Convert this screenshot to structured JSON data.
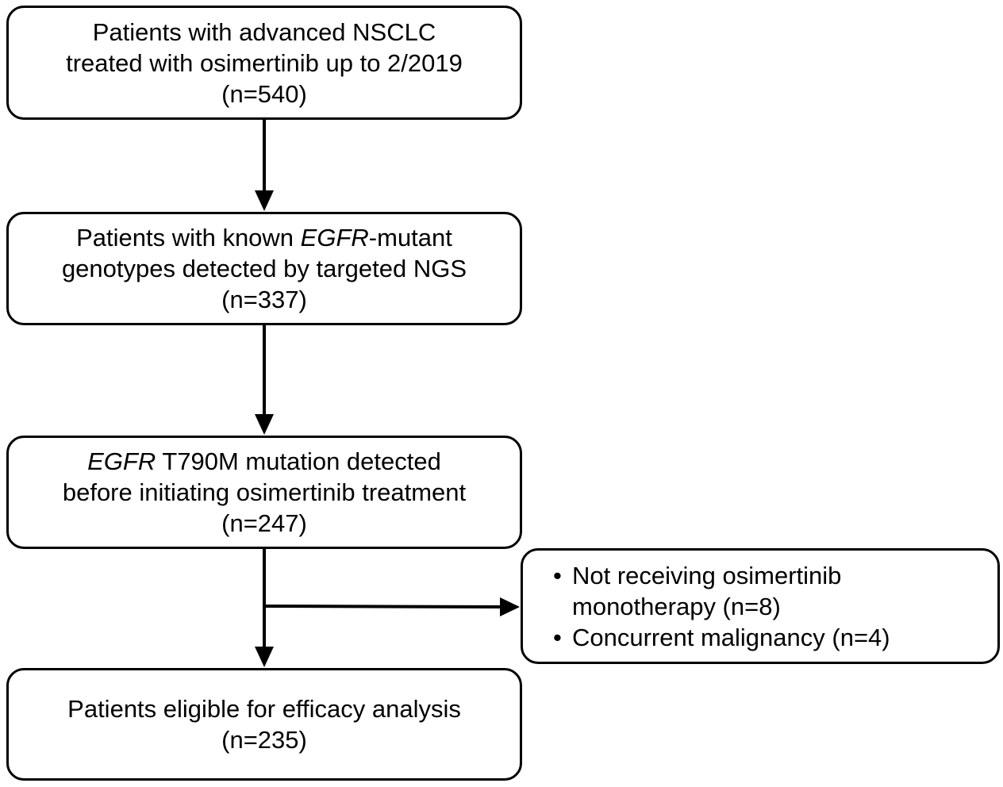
{
  "flowchart": {
    "boxes": [
      {
        "id": "b1",
        "lines": [
          [
            {
              "text": "Patients with advanced NSCLC",
              "italic": false
            }
          ],
          [
            {
              "text": "treated with osimertinib up to 2/2019",
              "italic": false
            }
          ],
          [
            {
              "text": "(n=540)",
              "italic": false
            }
          ]
        ]
      },
      {
        "id": "b2",
        "lines": [
          [
            {
              "text": "Patients with known ",
              "italic": false
            },
            {
              "text": "EGFR",
              "italic": true
            },
            {
              "text": "-mutant",
              "italic": false
            }
          ],
          [
            {
              "text": "genotypes detected by targeted NGS",
              "italic": false
            }
          ],
          [
            {
              "text": "(n=337)",
              "italic": false
            }
          ]
        ]
      },
      {
        "id": "b3",
        "lines": [
          [
            {
              "text": "EGFR",
              "italic": true
            },
            {
              "text": " T790M mutation detected",
              "italic": false
            }
          ],
          [
            {
              "text": "before initiating osimertinib treatment",
              "italic": false
            }
          ],
          [
            {
              "text": "(n=247)",
              "italic": false
            }
          ]
        ]
      },
      {
        "id": "b4",
        "lines": [
          [
            {
              "text": "Patients eligible for efficacy analysis",
              "italic": false
            }
          ],
          [
            {
              "text": "(n=235)",
              "italic": false
            }
          ]
        ]
      }
    ],
    "exclusion": {
      "bullet": "•",
      "items": [
        {
          "lines": [
            "Not receiving osimertinib",
            "monotherapy (n=8)"
          ]
        },
        {
          "lines": [
            "Concurrent malignancy (n=4)"
          ]
        }
      ]
    }
  }
}
